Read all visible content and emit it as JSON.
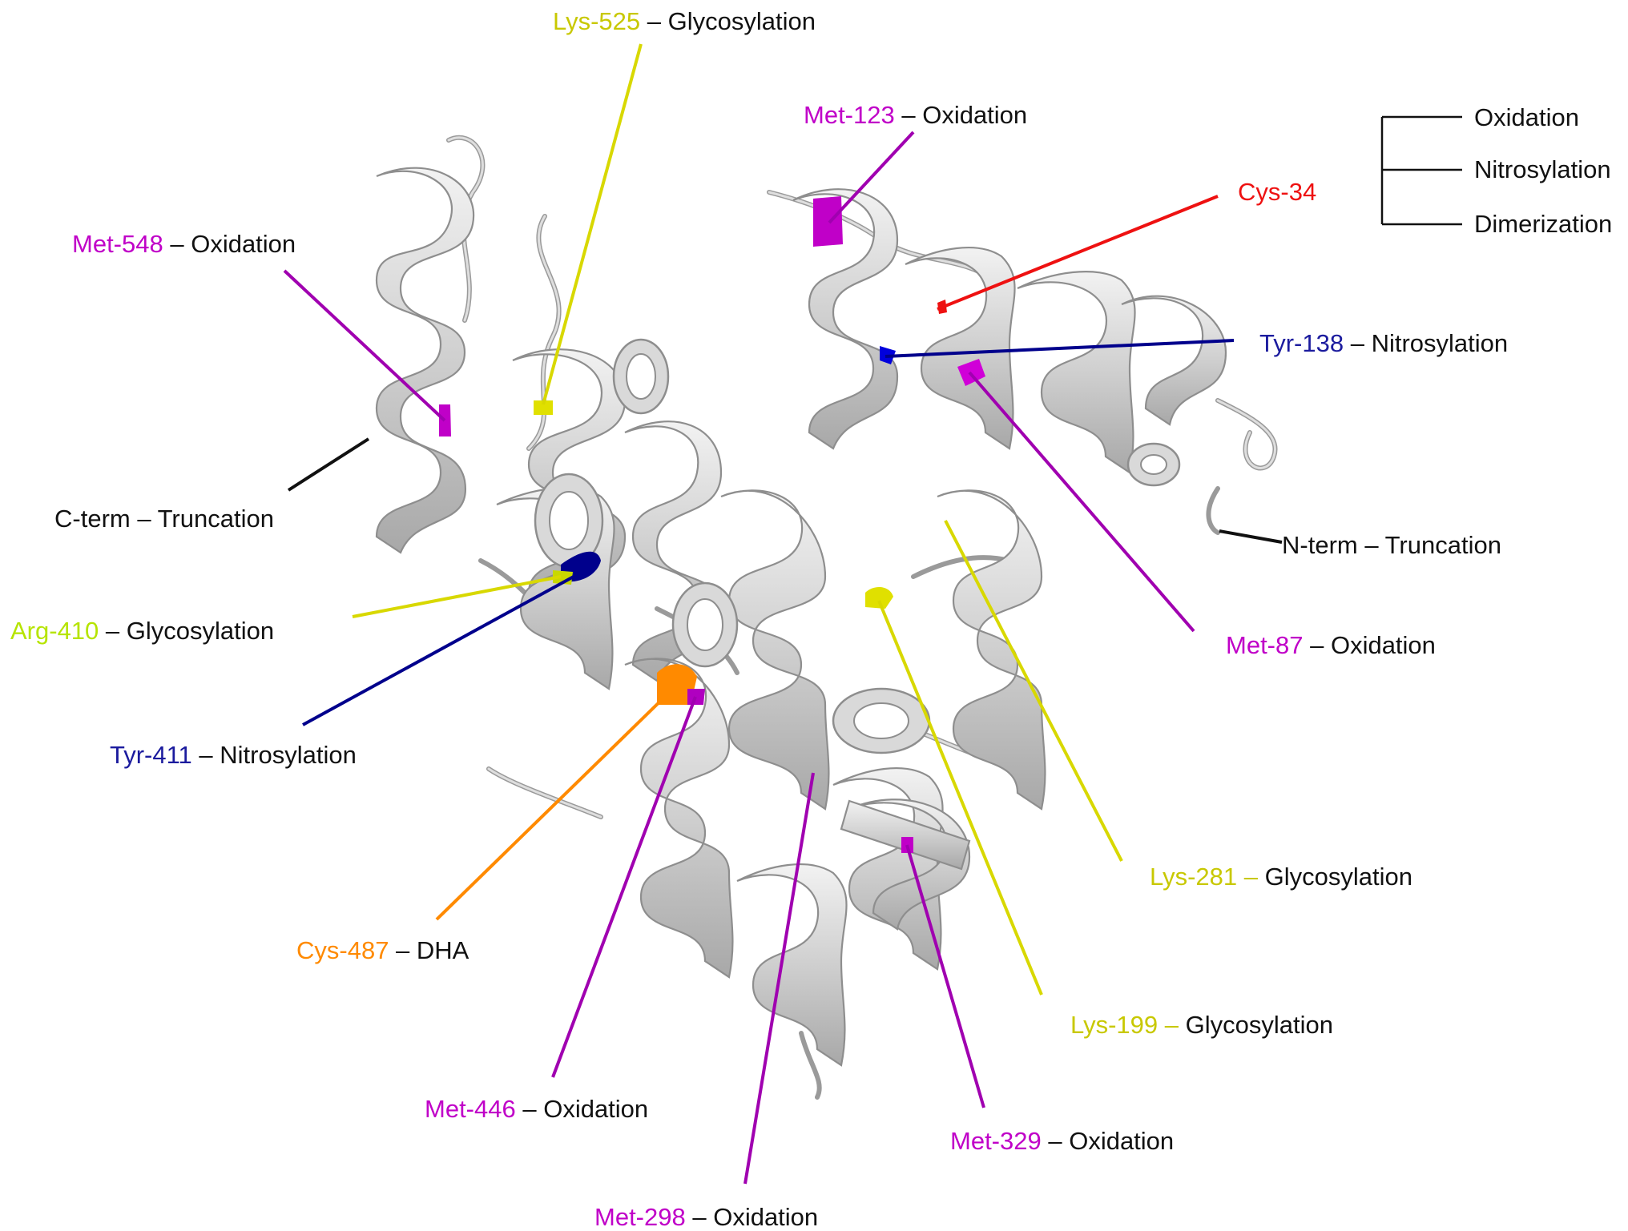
{
  "colors": {
    "magenta": "#c000c8",
    "purple_line": "#a000b0",
    "yellow": "#d8d800",
    "yellow_text": "#c8c800",
    "green_yellow": "#b6e400",
    "navy": "#00008c",
    "blue_text": "#1b1b9e",
    "red": "#ee1111",
    "orange": "#ff8a00",
    "black": "#111111",
    "ribbon_fill": "#d6d6d6",
    "ribbon_edge": "#8e8e8e"
  },
  "labels": {
    "lys525": {
      "residue": "Lys-525",
      "sep": " – ",
      "mod": "Glycosylation"
    },
    "met123": {
      "residue": "Met-123",
      "sep": " – ",
      "mod": "Oxidation"
    },
    "cys34": {
      "residue": "Cys-34"
    },
    "met548": {
      "residue": "Met-548",
      "sep": " – ",
      "mod": "Oxidation"
    },
    "tyr138": {
      "residue": "Tyr-138",
      "sep": " – ",
      "mod": "Nitrosylation"
    },
    "cterm": {
      "residue": "C-term",
      "sep": " – ",
      "mod": "Truncation"
    },
    "nterm": {
      "residue": "N-term",
      "sep": " – ",
      "mod": "Truncation"
    },
    "arg410": {
      "residue": "Arg-410",
      "sep": " – ",
      "mod": "Glycosylation"
    },
    "met87": {
      "residue": "Met-87",
      "sep": " – ",
      "mod": "Oxidation"
    },
    "tyr411": {
      "residue": "Tyr-411",
      "sep": " – ",
      "mod": "Nitrosylation"
    },
    "lys281": {
      "residue": "Lys-281",
      "sep": " – ",
      "mod": "Glycosylation"
    },
    "cys487": {
      "residue": "Cys-487",
      "sep": " – ",
      "mod": "DHA"
    },
    "lys199": {
      "residue": "Lys-199",
      "sep": " – ",
      "mod": "Glycosylation"
    },
    "met446": {
      "residue": "Met-446",
      "sep": " – ",
      "mod": "Oxidation"
    },
    "met329": {
      "residue": "Met-329",
      "sep": " – ",
      "mod": "Oxidation"
    },
    "met298": {
      "residue": "Met-298",
      "sep": " – ",
      "mod": "Oxidation"
    }
  },
  "cys34_bracket": {
    "items": [
      "Oxidation",
      "Nitrosylation",
      "Dimerization"
    ]
  }
}
